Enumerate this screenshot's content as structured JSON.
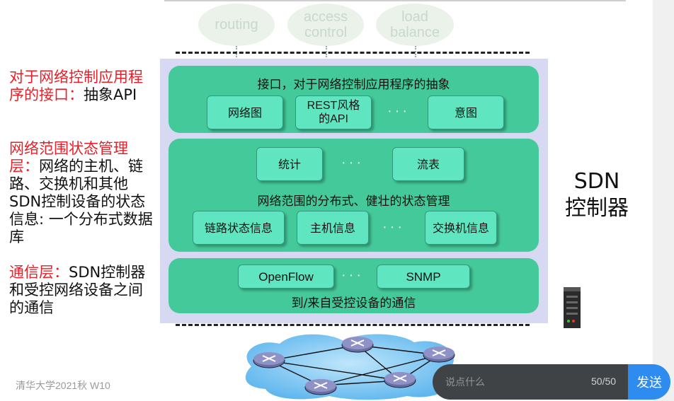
{
  "applications": [
    {
      "label": "routing"
    },
    {
      "label": "access\ncontrol"
    },
    {
      "label": "load\nbalance"
    }
  ],
  "left_annotations": {
    "northbound": {
      "red": "对于网络控制应用程序的接口：",
      "black": "抽象API"
    },
    "state": {
      "red": "网络范围状态管理层：",
      "black": "网络的主机、链路、交换机和其他SDN控制设备的状态信息: 一个分布式数据库"
    },
    "comm": {
      "red": "通信层：",
      "black": "SDN控制器和受控网络设备之间的通信"
    }
  },
  "api_layer": {
    "title": "接口，对于网络控制应用程序的抽象",
    "boxes": [
      "网络图",
      "REST风格\n的API",
      "意图"
    ]
  },
  "state_layer": {
    "title": "网络范围的分布式、健壮的状态管理",
    "top_boxes": [
      "统计",
      "流表"
    ],
    "bottom_boxes": [
      "链路状态信息",
      "主机信息",
      "交换机信息"
    ]
  },
  "comm_layer": {
    "title": "到/来自受控设备的通信",
    "boxes": [
      "OpenFlow",
      "SNMP"
    ]
  },
  "ellipsis": "···",
  "controller_label": {
    "line1": "SDN",
    "line2": "控制器"
  },
  "footer": "清华大学2021秋 W10",
  "chat": {
    "placeholder": "说点什么",
    "counter": "50/50",
    "send_label": "发送"
  },
  "colors": {
    "layer": "#44c99b",
    "box": "#5fe6c1",
    "panel": "#d6d9f1",
    "send": "#2e8cf0"
  }
}
